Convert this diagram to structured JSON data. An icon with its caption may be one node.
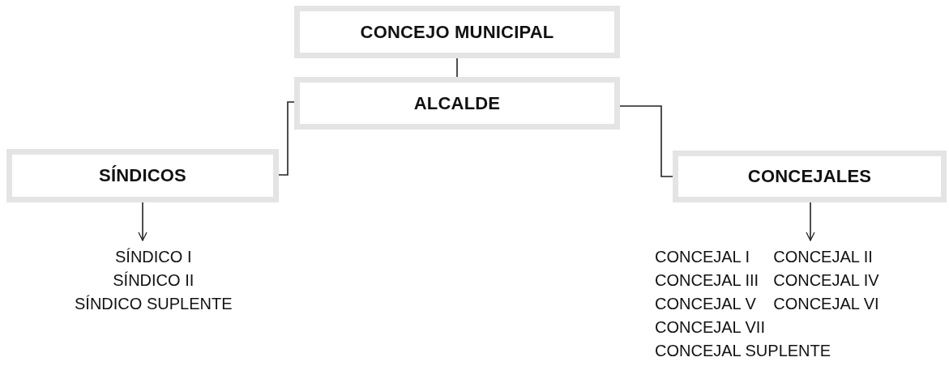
{
  "diagram": {
    "nodes": [
      {
        "text": [
          "CONCEJO MUNICIPAL"
        ]
      },
      {
        "text": [
          "ALCALDE"
        ]
      },
      {
        "text": [
          "SÍNDICOS"
        ]
      },
      {
        "text": [
          "CONCEJALES"
        ]
      },
      {
        "text": [
          "SÍNDICO I",
          "SÍNDICO II",
          "SÍNDICO SUPLENTE"
        ]
      },
      {
        "text": [
          "CONCEJAL I",
          "CONCEJAL II",
          "CONCEJAL III",
          "CONCEJAL IV",
          "CONCEJAL V",
          "CONCEJAL VI",
          "CONCEJAL VII",
          "CONCEJAL SUPLENTE"
        ]
      }
    ],
    "edges": [
      {
        "from": 0,
        "to": 1,
        "arrow": "none"
      },
      {
        "from": 1,
        "to": 2,
        "arrow": "none"
      },
      {
        "from": 1,
        "to": 3,
        "arrow": "none"
      },
      {
        "from": 2,
        "to": 4,
        "arrow": "to"
      },
      {
        "from": 3,
        "to": 5,
        "arrow": "to"
      }
    ]
  }
}
